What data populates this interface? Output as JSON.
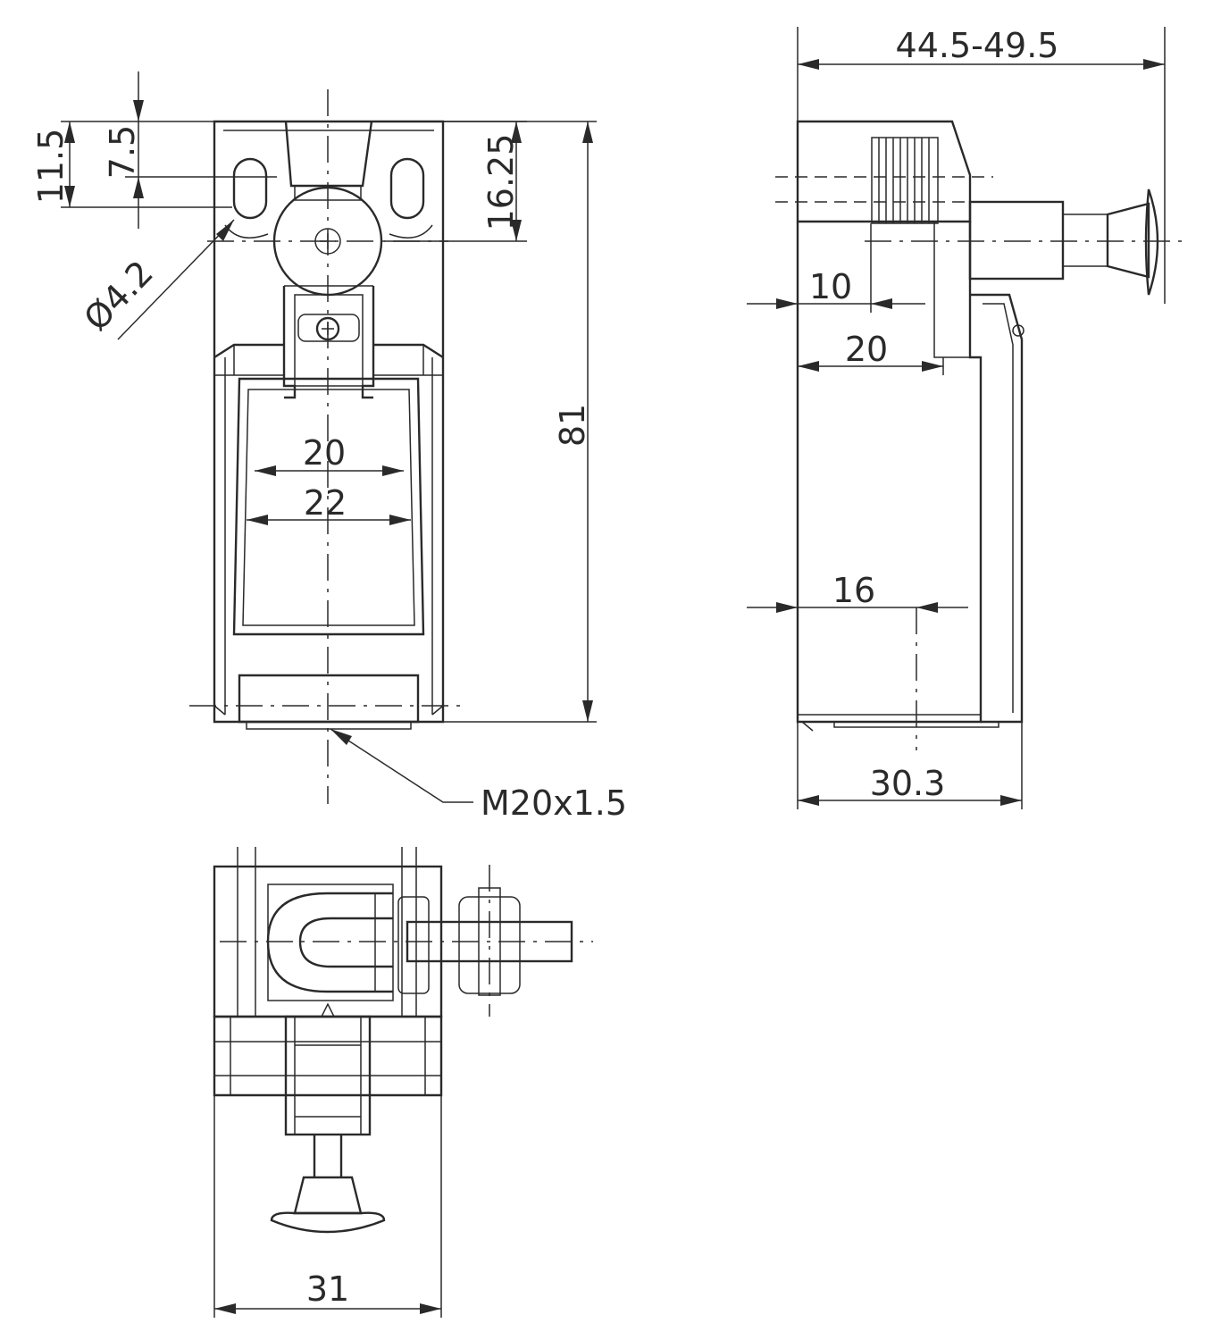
{
  "dimensions": {
    "d_11_5": "11.5",
    "d_7_5": "7.5",
    "d_16_25": "16.25",
    "d_4_2": "Ø4.2",
    "d_81": "81",
    "d_20_front": "20",
    "d_22": "22",
    "d_m20": "M20x1.5",
    "d_31": "31",
    "d_44_5_49_5": "44.5-49.5",
    "d_10": "10",
    "d_20_side": "20",
    "d_16": "16",
    "d_30_3": "30.3"
  }
}
